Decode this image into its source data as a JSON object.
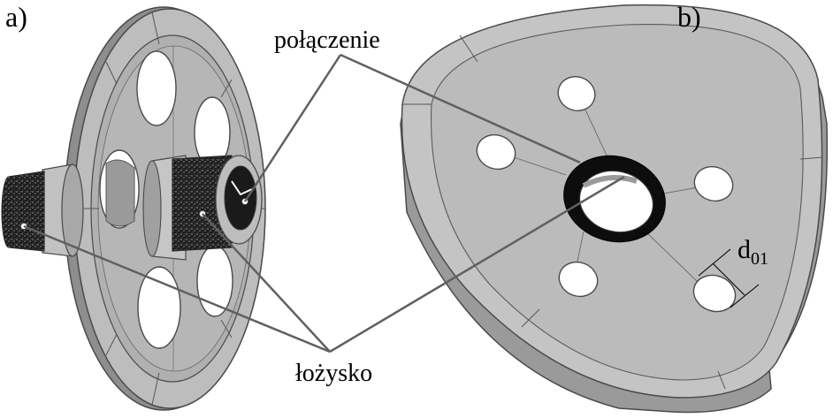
{
  "labels": {
    "panel_a": "a)",
    "panel_b": "b)",
    "connection": "połączenie",
    "bearing": "łożysko",
    "diameter_main": "d",
    "diameter_sub": "01"
  },
  "colors": {
    "metal_face": "#b4b4b4",
    "metal_light": "#c8c8c8",
    "metal_dark": "#8a8a8a",
    "edge": "#4a4a4a",
    "leader": "#606060",
    "bearing_ring": "#0d0d0d",
    "granular": "#2a2a2a"
  }
}
